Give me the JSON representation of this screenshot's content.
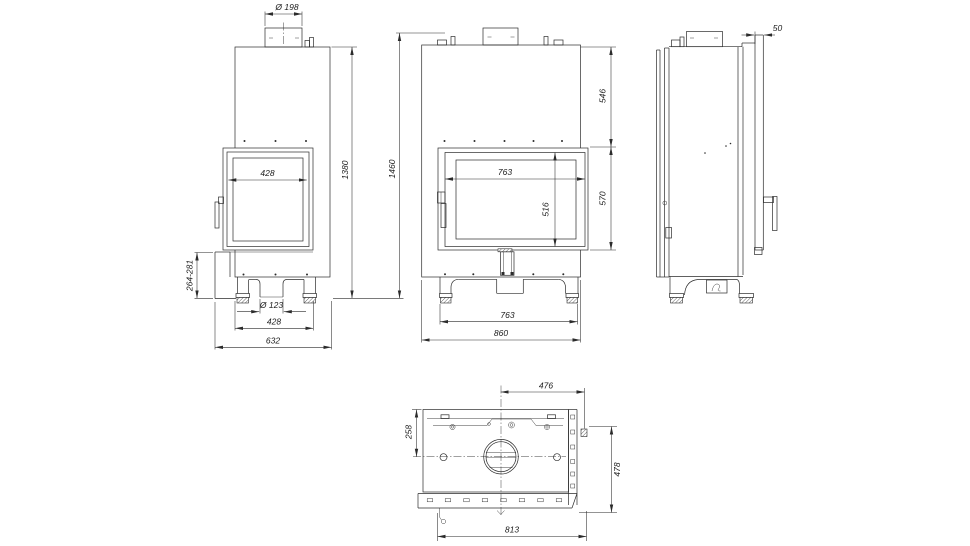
{
  "sheet": {
    "background": "#ffffff",
    "line_color": "#2b2b2b"
  },
  "views": {
    "left": {
      "dims": {
        "flue_diameter": "Ø 198",
        "glass_width": "428",
        "body_height": "1380",
        "base_height_range": "264-281",
        "duct_diameter": "Ø 123",
        "base_inner_width": "428",
        "base_total_width": "632"
      }
    },
    "front": {
      "dims": {
        "top_to_door": "546",
        "door_height": "570",
        "glass_width": "763",
        "glass_height": "516",
        "total_height": "1460",
        "base_inner_width": "763",
        "base_total_width": "860"
      }
    },
    "right": {
      "dims": {
        "front_depth_offset": "50"
      }
    },
    "top": {
      "dims": {
        "center_to_right": "476",
        "rear_depth": "258",
        "total_depth": "478",
        "front_width": "813"
      }
    }
  }
}
